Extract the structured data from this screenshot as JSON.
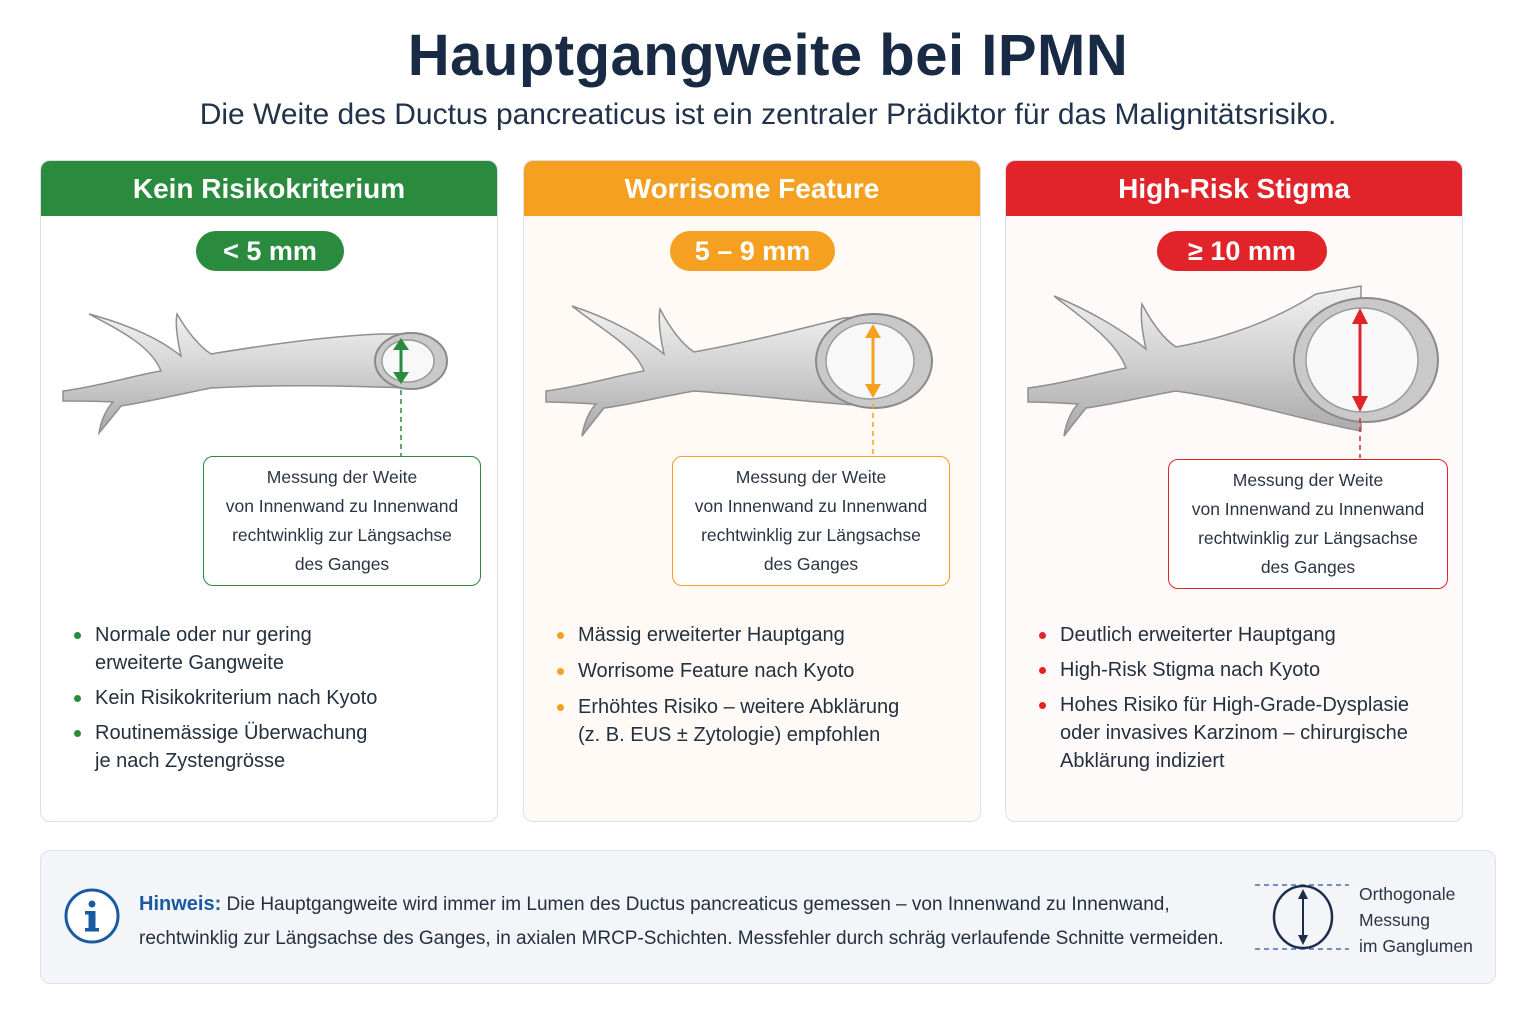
{
  "title": "Hauptgangweite bei IPMN",
  "subtitle": "Die Weite des Ductus pancreaticus ist ein zentraler Prädiktor für das Malignitätsrisiko.",
  "colors": {
    "green": "#2a8a3e",
    "orange": "#f5a020",
    "red": "#e0242a",
    "note_blue": "#1a5aa0"
  },
  "cards": [
    {
      "header": "Kein Risikokriterium",
      "range": "< 5 mm",
      "callout": [
        "Messung der Weite",
        "von Innenwand zu Innenwand",
        "rechtwinklig zur Längsachse",
        "des Ganges"
      ],
      "bullets": [
        [
          "Normale oder nur gering",
          "erweiterte Gangweite"
        ],
        [
          "Kein Risikokriterium nach Kyoto"
        ],
        [
          "Routinemässige Überwachung",
          "je nach Zystengrösse"
        ]
      ]
    },
    {
      "header": "Worrisome Feature",
      "range": "5 – 9 mm",
      "callout": [
        "Messung der Weite",
        "von Innenwand zu Innenwand",
        "rechtwinklig zur Längsachse",
        "des Ganges"
      ],
      "bullets": [
        [
          "Mässig erweiterter Hauptgang"
        ],
        [
          "Worrisome Feature nach Kyoto"
        ],
        [
          "Erhöhtes Risiko – weitere Abklärung",
          "(z. B. EUS ± Zytologie) empfohlen"
        ]
      ]
    },
    {
      "header": "High-Risk Stigma",
      "range": "≥ 10 mm",
      "callout": [
        "Messung der Weite",
        "von Innenwand zu Innenwand",
        "rechtwinklig zur Längsachse",
        "des Ganges"
      ],
      "bullets": [
        [
          "Deutlich erweiterter Hauptgang"
        ],
        [
          "High-Risk Stigma nach Kyoto"
        ],
        [
          "Hohes Risiko für High-Grade-Dysplasie",
          "oder invasives Karzinom – chirurgische",
          "Abklärung indiziert"
        ]
      ]
    }
  ],
  "note": {
    "icon": "info-icon",
    "label": "Hinweis:",
    "line1": " Die Hauptgangweite wird immer im Lumen des Ductus pancreaticus gemessen – von Innenwand zu Innenwand,",
    "line2": "rechtwinklig zur Längsachse des Ganges, in axialen MRCP-Schichten. Messfehler durch schräg verlaufende Schnitte vermeiden.",
    "caption": [
      "Orthogonale",
      "Messung",
      "im Ganglumen"
    ]
  }
}
